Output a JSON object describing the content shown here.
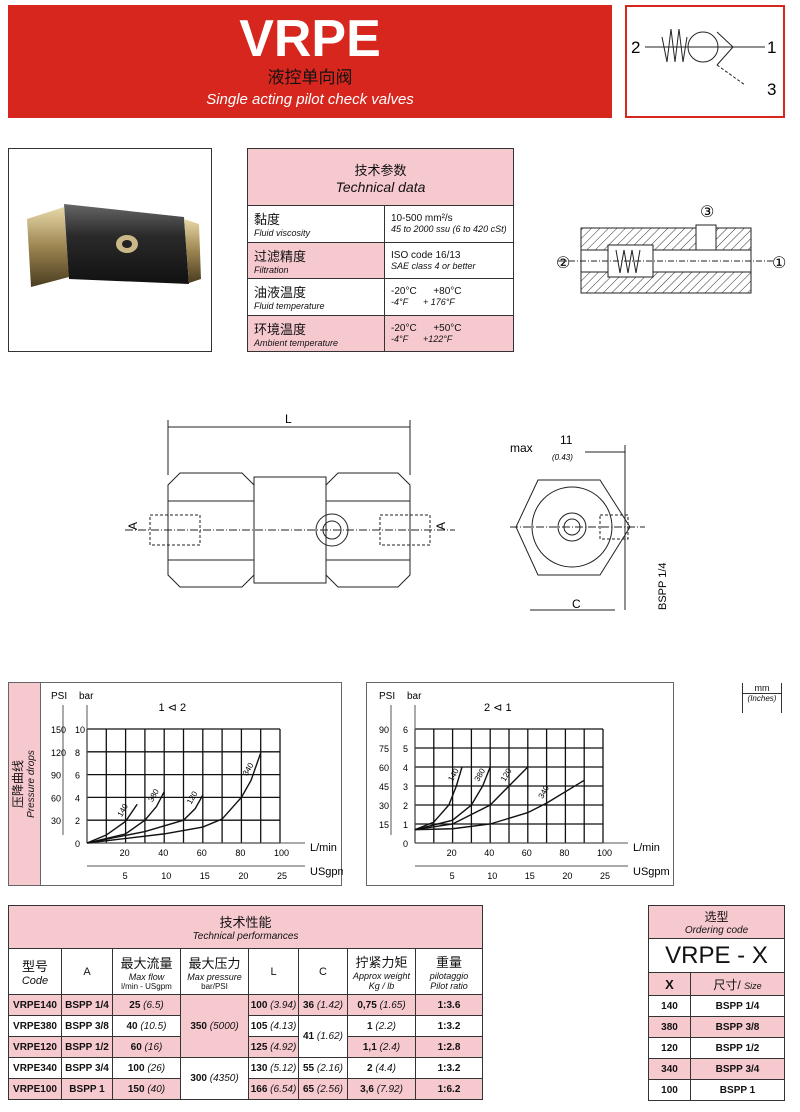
{
  "header": {
    "title": "VRPE",
    "subtitle_cn": "液控单向阀",
    "subtitle_en": "Single acting pilot check valves"
  },
  "symbol": {
    "port2": "2",
    "port1": "1",
    "port3": "3"
  },
  "technical_data": {
    "title_cn": "技术参数",
    "title_en": "Technical data",
    "rows": [
      {
        "cn": "黏度",
        "en": "Fluid viscosity",
        "v1": "10-500 mm²/s",
        "v2": "45 to 2000 ssu (6 to 420 cSt)"
      },
      {
        "cn": "过滤精度",
        "en": "Filtration",
        "v1": "ISO code 16/13",
        "v2": "SAE class 4 or better"
      },
      {
        "cn": "油液温度",
        "en": "Fluid temperature",
        "v1": "-20°C      +80°C",
        "v2": "-4°F      + 176°F"
      },
      {
        "cn": "环境温度",
        "en": "Ambient temperature",
        "v1": "-20°C      +50°C",
        "v2": "-4°F      +122°F"
      }
    ]
  },
  "section": {
    "p1": "①",
    "p2": "②",
    "p3": "③"
  },
  "dimensions": {
    "L": "L",
    "A": "A",
    "max": "max",
    "eleven": "11",
    "eleven_in": "(0.43)",
    "C": "C",
    "bspp": "BSPP 1/4"
  },
  "units": {
    "mm": "mm",
    "inches": "(Inches)"
  },
  "side_label": {
    "cn": "压降曲线",
    "en": "Pressure drops"
  },
  "chart_data": [
    {
      "type": "line",
      "title": "1 ⊲ 2",
      "flow_dir": [
        "1",
        "2"
      ],
      "ylabel_psi": "PSI",
      "ylabel_bar": "bar",
      "xlabel": "L/min",
      "x2label": "USgpm",
      "xlim": [
        0,
        100
      ],
      "ylim": [
        0,
        10
      ],
      "xticks": [
        "20",
        "40",
        "60",
        "80",
        "100"
      ],
      "yticks_bar": [
        "0",
        "2",
        "4",
        "6",
        "8",
        "10"
      ],
      "yticks_psi": [
        "30",
        "60",
        "90",
        "120",
        "150"
      ],
      "x2ticks": [
        "5",
        "10",
        "15",
        "20",
        "25"
      ],
      "series": [
        {
          "name": "140",
          "x": [
            0,
            10,
            20,
            26
          ],
          "y": [
            0,
            0.7,
            1.9,
            3.4
          ]
        },
        {
          "name": "380",
          "x": [
            0,
            20,
            30,
            36,
            40
          ],
          "y": [
            0,
            0.8,
            2,
            3.2,
            4.5
          ]
        },
        {
          "name": "120",
          "x": [
            0,
            30,
            50,
            56,
            60
          ],
          "y": [
            0,
            1,
            2,
            3,
            4.2
          ]
        },
        {
          "name": "340",
          "x": [
            0,
            40,
            60,
            70,
            80,
            85,
            90
          ],
          "y": [
            0,
            0.8,
            1.4,
            2.1,
            4,
            5.5,
            7.9
          ]
        }
      ]
    },
    {
      "type": "line",
      "title": "2 ⊲ 1",
      "flow_dir": [
        "2",
        "1"
      ],
      "ylabel_psi": "PSI",
      "ylabel_bar": "bar",
      "xlabel": "L/min",
      "x2label": "USgpm",
      "xlim": [
        0,
        100
      ],
      "ylim": [
        0,
        6
      ],
      "xticks": [
        "20",
        "40",
        "60",
        "80",
        "100"
      ],
      "yticks_bar": [
        "0",
        "1",
        "2",
        "3",
        "4",
        "5",
        "6"
      ],
      "yticks_psi": [
        "15",
        "30",
        "45",
        "60",
        "75",
        "90"
      ],
      "x2ticks": [
        "5",
        "10",
        "15",
        "20",
        "25"
      ],
      "series": [
        {
          "name": "140",
          "x": [
            0,
            10,
            18,
            22,
            25
          ],
          "y": [
            0.7,
            1.1,
            2,
            3,
            4
          ]
        },
        {
          "name": "380",
          "x": [
            0,
            20,
            30,
            36,
            40
          ],
          "y": [
            0.7,
            1.2,
            2,
            3,
            4
          ]
        },
        {
          "name": "120",
          "x": [
            0,
            20,
            40,
            50,
            60
          ],
          "y": [
            0.7,
            1,
            2,
            3,
            4
          ]
        },
        {
          "name": "340",
          "x": [
            0,
            20,
            40,
            60,
            70,
            90
          ],
          "y": [
            0.7,
            0.75,
            1,
            1.6,
            2.1,
            3.3
          ]
        }
      ]
    }
  ],
  "performance": {
    "title_cn": "技术性能",
    "title_en": "Technical performances",
    "headers": {
      "code_cn": "型号",
      "code_en": "Code",
      "a": "A",
      "flow_cn": "最大流量",
      "flow_en": "Max flow",
      "flow_unit": "l/min - USgpm",
      "press_cn": "最大压力",
      "press_en": "Max pressure",
      "press_unit": "bar/PSI",
      "l": "L",
      "c": "C",
      "torque_cn": "拧紧力矩",
      "weight_en": "Approx weight",
      "weight_unit": "Kg / lb",
      "weight_cn": "重量",
      "pilot_it": "pilotaggio",
      "pilot_en": "Pilot ratio"
    },
    "rows": [
      {
        "code": "VRPE140",
        "a": "BSPP 1/4",
        "flow": "25",
        "flow_us": "(6.5)",
        "l": "100",
        "l_in": "(3.94)",
        "c": "36",
        "c_in": "(1.42)",
        "w": "0,75",
        "w_lb": "(1.65)",
        "ratio": "1:3.6"
      },
      {
        "code": "VRPE380",
        "a": "BSPP 3/8",
        "flow": "40",
        "flow_us": "(10.5)",
        "l": "105",
        "l_in": "(4.13)",
        "w": "1",
        "w_lb": "(2.2)",
        "ratio": "1:3.2"
      },
      {
        "code": "VRPE120",
        "a": "BSPP 1/2",
        "flow": "60",
        "flow_us": "(16)",
        "l": "125",
        "l_in": "(4.92)",
        "w": "1,1",
        "w_lb": "(2.4)",
        "ratio": "1:2.8"
      },
      {
        "code": "VRPE340",
        "a": "BSPP 3/4",
        "flow": "100",
        "flow_us": "(26)",
        "l": "130",
        "l_in": "(5.12)",
        "c": "55",
        "c_in": "(2.16)",
        "w": "2",
        "w_lb": "(4.4)",
        "ratio": "1:3.2"
      },
      {
        "code": "VRPE100",
        "a": "BSPP 1",
        "flow": "150",
        "flow_us": "(40)",
        "l": "166",
        "l_in": "(6.54)",
        "c": "65",
        "c_in": "(2.56)",
        "w": "3,6",
        "w_lb": "(7.92)",
        "ratio": "1:6.2"
      }
    ],
    "press_350": "350",
    "press_350_psi": "(5000)",
    "press_300": "300",
    "press_300_psi": "(4350)",
    "c_41": "41",
    "c_41_in": "(1.62)"
  },
  "ordering": {
    "title_cn": "选型",
    "title_en": "Ordering code",
    "code": "VRPE - X",
    "col_x": "X",
    "col_size_cn": "尺寸/",
    "col_size_en": "Size",
    "rows": [
      {
        "x": "140",
        "size": "BSPP 1/4"
      },
      {
        "x": "380",
        "size": "BSPP 3/8"
      },
      {
        "x": "120",
        "size": "BSPP 1/2"
      },
      {
        "x": "340",
        "size": "BSPP 3/4"
      },
      {
        "x": "100",
        "size": "BSPP 1"
      }
    ]
  },
  "colors": {
    "red": "#d7261e",
    "pink": "#f6c9cf"
  }
}
